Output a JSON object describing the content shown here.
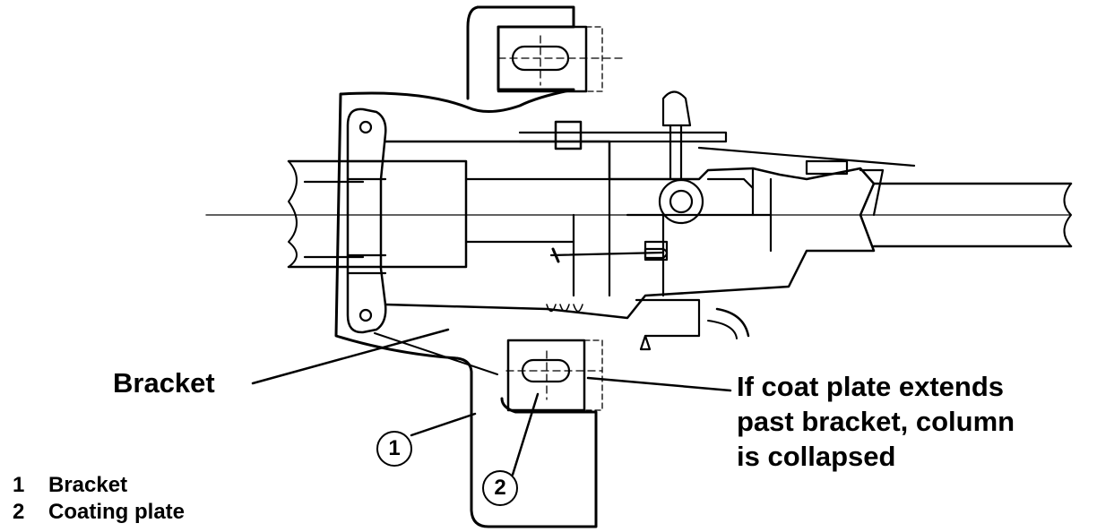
{
  "diagram": {
    "callouts": {
      "bracket": "Bracket",
      "note_line1": "If coat plate extends",
      "note_line2": "past bracket, column",
      "note_line3": "is collapsed"
    },
    "markers": {
      "one": "1",
      "two": "2"
    },
    "legend": [
      {
        "num": "1",
        "text": "Bracket"
      },
      {
        "num": "2",
        "text": "Coating plate"
      }
    ]
  }
}
